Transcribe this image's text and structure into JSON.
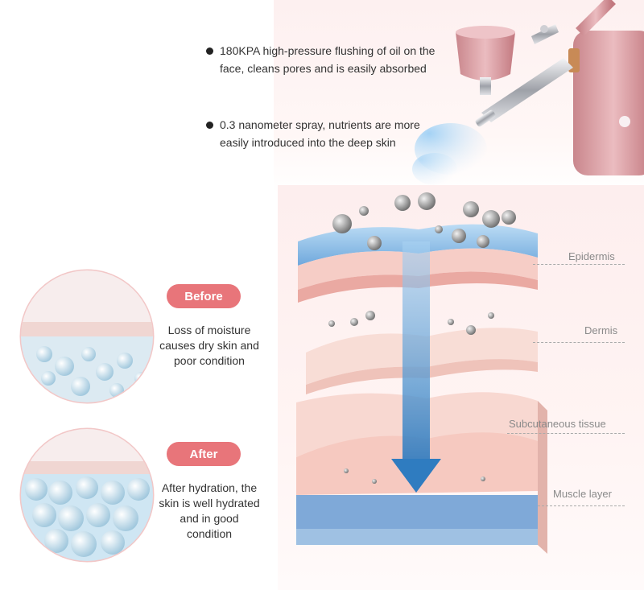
{
  "bullets": [
    {
      "text": "180KPA high-pressure flushing of oil on the face, cleans pores and is easily absorbed"
    },
    {
      "text": "0.3 nanometer spray, nutrients are more easily introduced into the deep skin"
    }
  ],
  "before": {
    "label": "Before",
    "description": "Loss of moisture causes dry skin and poor condition"
  },
  "after": {
    "label": "After",
    "description": "After hydration, the skin is well hydrated and in good condition"
  },
  "layers": {
    "epidermis": "Epidermis",
    "dermis": "Dermis",
    "subcutaneous": "Subcutaneous tissue",
    "muscle": "Muscle layer"
  },
  "colors": {
    "accent_pill": "#e8757a",
    "device_rose_gold": "#d9a1a6",
    "arrow_blue": "#4a8fcc",
    "epidermis_blue": "#8fc0ea",
    "tissue_pink": "#f6cfc8"
  }
}
